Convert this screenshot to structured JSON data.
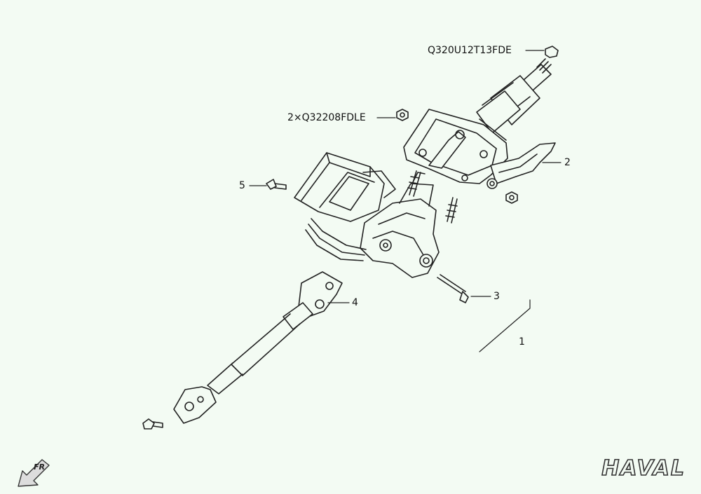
{
  "diagram": {
    "callouts": [
      {
        "id": "nut-top",
        "text": "Q320U12T13FDE"
      },
      {
        "id": "nut-pair",
        "text": "2×Q32208FDLE"
      },
      {
        "id": "part-2",
        "text": "2"
      },
      {
        "id": "part-5",
        "text": "5"
      },
      {
        "id": "part-3",
        "text": "3"
      },
      {
        "id": "part-4",
        "text": "4"
      },
      {
        "id": "part-1",
        "text": "1"
      }
    ],
    "direction_marker": "FR",
    "brand": "HAVAL"
  },
  "colors": {
    "background": "#f3fbf3",
    "line": "#222222"
  }
}
